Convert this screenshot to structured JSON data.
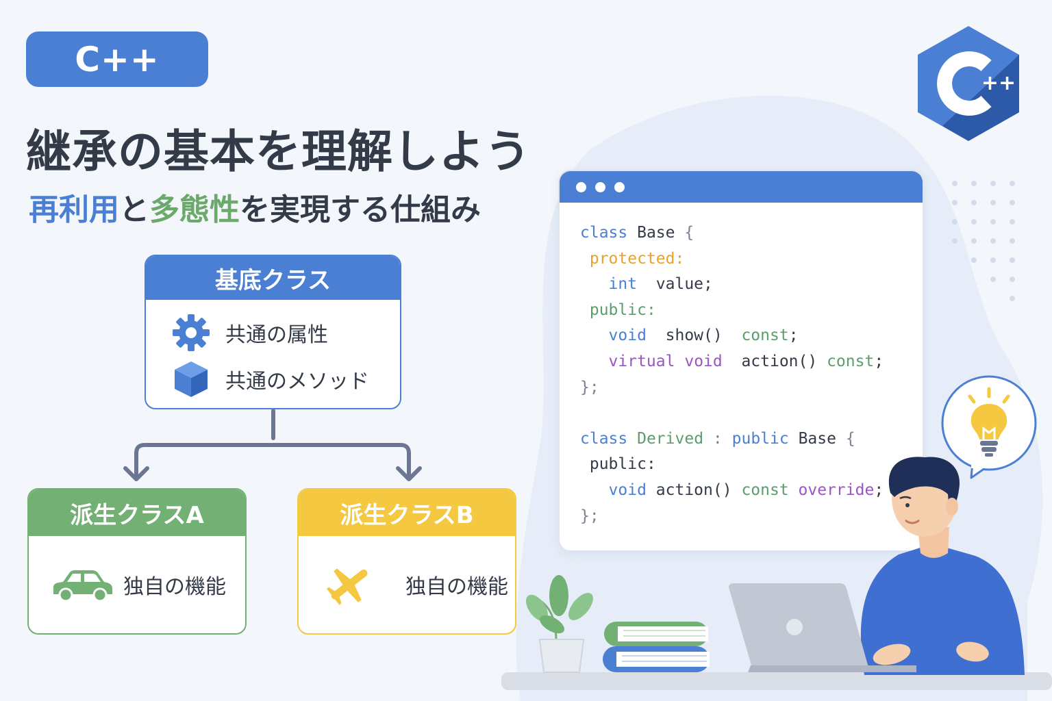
{
  "badge": "C++",
  "title": "継承の基本を理解しよう",
  "subtitle": {
    "part1": "再利用",
    "part2": "と",
    "part3": "多態性",
    "part4": "を実現する仕組み"
  },
  "diagram": {
    "base": {
      "title": "基底クラス",
      "items": [
        {
          "label": "共通の属性",
          "icon": "gear-icon"
        },
        {
          "label": "共通のメソッド",
          "icon": "cube-icon"
        }
      ]
    },
    "derived_a": {
      "title": "派生クラスA",
      "feature": "独自の機能",
      "icon": "car-icon"
    },
    "derived_b": {
      "title": "派生クラスB",
      "feature": "独自の機能",
      "icon": "airplane-icon"
    }
  },
  "code": {
    "l1_kw": "class",
    "l1_name": "Base",
    "l1_brace": "{",
    "l2": "protected:",
    "l3_type": "int",
    "l3_name": "value;",
    "l4": "public:",
    "l5_type": "void",
    "l5_name": "show()",
    "l5_const": "const",
    "l5_semi": ";",
    "l6_virtual": "virtual",
    "l6_type": "void",
    "l6_name": "action()",
    "l6_const": "const",
    "l6_semi": ";",
    "l7": "};",
    "l9_kw": "class",
    "l9_name": "Derived",
    "l9_colon": ":",
    "l9_public": "public",
    "l9_base": "Base",
    "l9_brace": "{",
    "l10": "public:",
    "l11_type": "void",
    "l11_name": "action()",
    "l11_const": "const",
    "l11_override": "override",
    "l11_semi": ";",
    "l12": "};"
  },
  "logo": {
    "text": "++"
  },
  "colors": {
    "blue": "#4a7fd4",
    "green": "#72b074",
    "yellow": "#f5c842",
    "text": "#333a48",
    "background": "#f3f6fb"
  }
}
